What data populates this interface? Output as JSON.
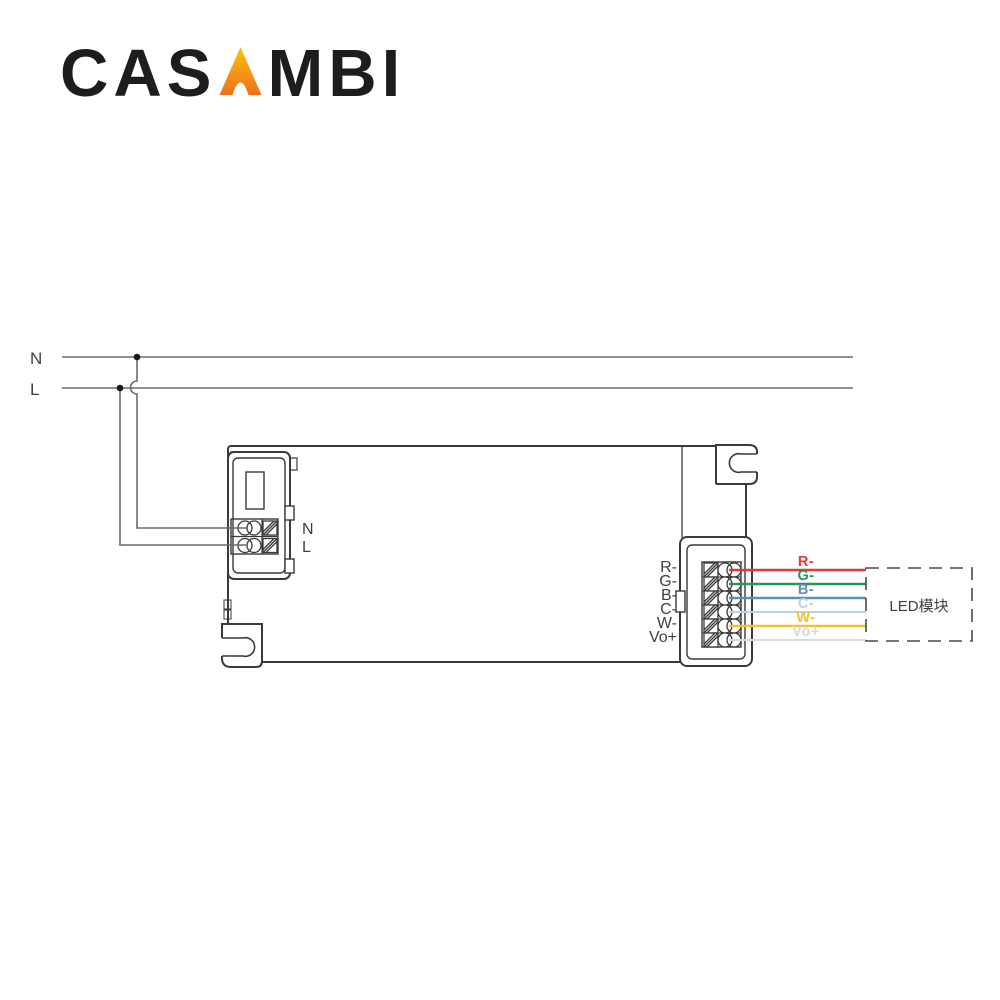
{
  "brand": {
    "logo_prefix": "CAS",
    "logo_suffix": "MBI",
    "full_name": "CASAMBI",
    "logo_text_color": "#1d1d1b",
    "logo_gradient_top": "#fcc30b",
    "logo_gradient_bottom": "#ec6f1f"
  },
  "power_input": {
    "neutral_label": "N",
    "live_label": "L"
  },
  "driver": {
    "input_terminals": [
      {
        "label": "N"
      },
      {
        "label": "L"
      }
    ],
    "output_terminals": [
      {
        "label": "R-",
        "color": "#e23a3c"
      },
      {
        "label": "G-",
        "color": "#27975a"
      },
      {
        "label": "B-",
        "color": "#5f8fb4"
      },
      {
        "label": "C-",
        "color": "#b9d3e6"
      },
      {
        "label": "W-",
        "color": "#f2c12c"
      },
      {
        "label": "Vo+",
        "color": "#d9d9d9"
      }
    ]
  },
  "led_module": {
    "label": "LED模块"
  },
  "diagram_colors": {
    "outline": "#3a3a3a",
    "power_line": "#6b6b6b",
    "label_text": "#3f3f3f",
    "junction_dot": "#1a1a1a",
    "led_box_border": "#4a4a4a"
  }
}
